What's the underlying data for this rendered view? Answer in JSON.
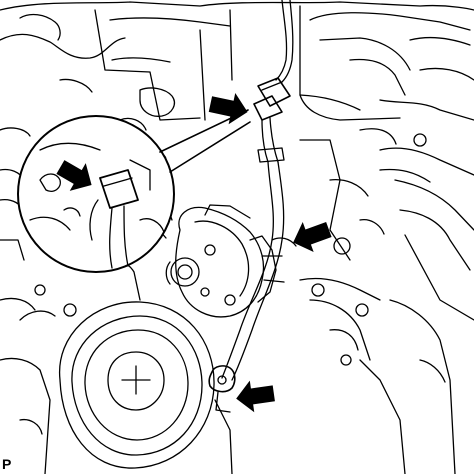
{
  "figure": {
    "corner_label": "P",
    "callout_count": 4,
    "icons": {
      "arrow": "filled-arrow-icon",
      "magnifier": "detail-inset-circle"
    }
  }
}
